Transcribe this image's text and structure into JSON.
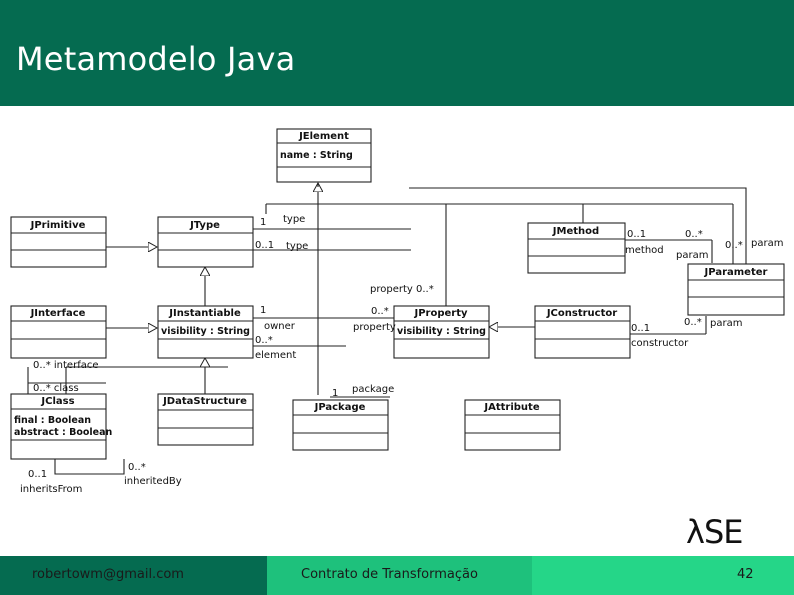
{
  "slide": {
    "title": "Metamodelo Java"
  },
  "diagram": {
    "classes": {
      "jelement": {
        "name": "JElement",
        "attr": "name : String"
      },
      "jprimitive": {
        "name": "JPrimitive"
      },
      "jtype": {
        "name": "JType"
      },
      "jmethod": {
        "name": "JMethod"
      },
      "jparameter": {
        "name": "JParameter"
      },
      "jinterface": {
        "name": "JInterface"
      },
      "jinstantiable": {
        "name": "JInstantiable",
        "attr": "visibility : String"
      },
      "jproperty": {
        "name": "JProperty",
        "attr": "visibility : String"
      },
      "jconstructor": {
        "name": "JConstructor"
      },
      "jclass": {
        "name": "JClass",
        "attr1": "final : Boolean",
        "attr2": "abstract : Boolean"
      },
      "jdatastructure": {
        "name": "JDataStructure"
      },
      "jpackage": {
        "name": "JPackage"
      },
      "jattribute": {
        "name": "JAttribute"
      }
    },
    "labels": {
      "type_one": "1",
      "type_role": "type",
      "type_mult": "0..1",
      "type_role2": "type",
      "method_mult1": "0..1",
      "method_mult2": "0..*",
      "method_role": "method",
      "param_role1": "param",
      "param_mult": "0..*",
      "param_role2": "param",
      "property_label": "property  0..*",
      "owner_one": "1",
      "owner_role": "owner",
      "element_mult": "0..*",
      "element_role": "element",
      "prop_mult": "0..*",
      "prop_role": "property",
      "cons_mult": "0..1",
      "cons_role": "constructor",
      "cparam_mult": "0..*",
      "cparam_role": "param",
      "interface_label": "0..*  interface",
      "class_label": "0..*  class",
      "pkg_one": "1",
      "pkg_role": "package",
      "inh_mult1": "0..1",
      "inh_role1": "inheritsFrom",
      "inh_mult2": "0..*",
      "inh_role2": "inheritedBy"
    }
  },
  "logo": {
    "text": "λSE"
  },
  "footer": {
    "email": "robertowm@gmail.com",
    "subject": "Contrato de Transformação",
    "page": "42"
  },
  "colors": {
    "header": "#056b50",
    "footer_mid": "#1ec17c",
    "footer_right": "#25d688"
  }
}
